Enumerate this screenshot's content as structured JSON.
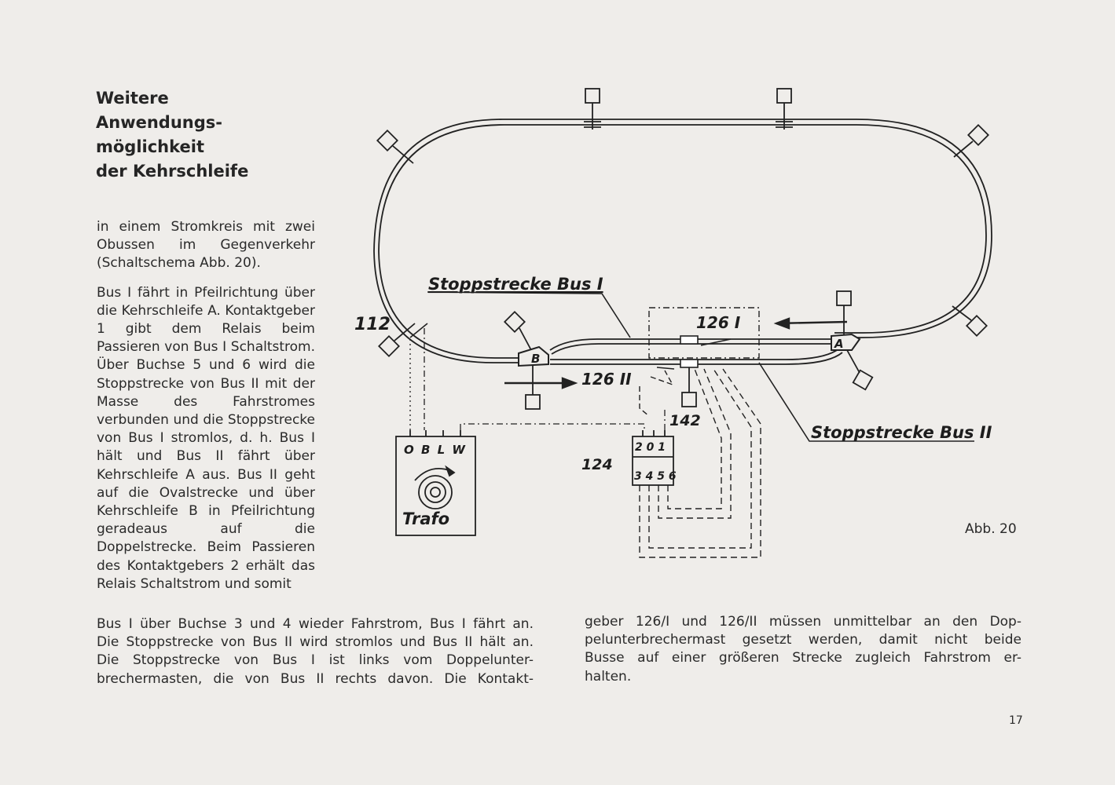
{
  "heading": {
    "lines": [
      "Weitere",
      "Anwendungs-",
      "möglichkeit",
      "der Kehrschleife"
    ]
  },
  "body": {
    "para1": "in einem Stromkreis mit zwei Obussen im Gegenverkehr (Schaltschema Abb. 20).",
    "para2": "Bus I fährt in Pfeilrichtung über die Kehrschleife A. Kontaktgeber 1 gibt dem Relais beim Passieren von Bus I Schaltstrom. Über Buchse 5 und 6 wird die Stoppstrecke von Bus II mit der Masse des Fahrstromes verbunden und die Stoppstrecke von Bus I stromlos, d. h. Bus I hält und Bus II fährt über Kehrschleife A aus. Bus II geht auf die Ovalstrecke und über Kehrschleife B in Pfeilrichtung geradeaus auf die Doppelstrecke. Beim Passieren des Kontaktgebers 2 erhält das Relais Schaltstrom und somit",
    "wide_lines": [
      "Bus I über Buchse 3 und 4 wieder Fahrstrom, Bus I fährt an.",
      "Die Stoppstrecke von Bus II wird stromlos und Bus II hält an.",
      "Die Stoppstrecke von Bus I ist links vom Doppelunter-",
      "brechermasten, die von Bus II rechts davon. Die Kontakt-"
    ],
    "col2_lines": [
      "geber 126/I und 126/II müssen unmittelbar an den Dop-",
      "pelunterbrechermast gesetzt werden, damit nicht beide",
      "Busse auf einer größeren Strecke zugleich Fahrstrom er-"
    ],
    "col2_last": "halten."
  },
  "figure": {
    "caption": "Abb. 20",
    "labels": {
      "stopp_bus1": "Stoppstrecke Bus I",
      "stopp_bus2": "Stoppstrecke Bus II",
      "n112": "112",
      "n126_1": "126 I",
      "n126_2": "126 II",
      "n142": "142",
      "n124": "124",
      "loopA": "A",
      "loopB": "B",
      "trafo_terminals": "O B L W",
      "trafo": "Trafo",
      "relay_top": "2 0 1",
      "relay_bottom": "3 4 5 6"
    }
  },
  "page_number": "17"
}
